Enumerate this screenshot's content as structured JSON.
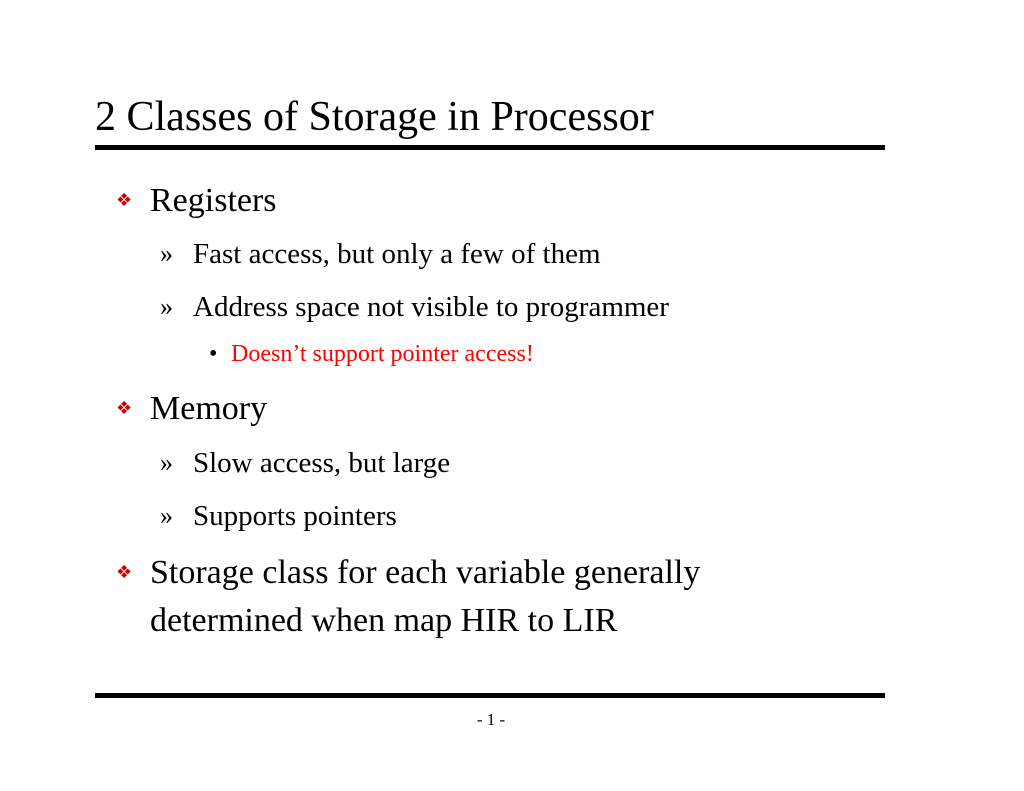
{
  "slide": {
    "title": "2 Classes of Storage in Processor",
    "bullets": [
      {
        "text": "Registers",
        "sub": [
          {
            "text": "Fast access, but only a few of them"
          },
          {
            "text": "Address space not visible to programmer",
            "sub": [
              {
                "text": "Doesn’t support pointer access!"
              }
            ]
          }
        ]
      },
      {
        "text": "Memory",
        "sub": [
          {
            "text": "Slow access, but large"
          },
          {
            "text": "Supports pointers"
          }
        ]
      },
      {
        "lines": [
          "Storage class for each variable generally",
          "determined when map HIR to LIR"
        ]
      }
    ],
    "page_number": "- 1 -",
    "colors": {
      "text": "#000000",
      "highlight": "#ff0000",
      "bullet_diamond": "#cc0000"
    },
    "glyphs": {
      "level1": "❖",
      "level2": "»",
      "level3": "•"
    }
  }
}
